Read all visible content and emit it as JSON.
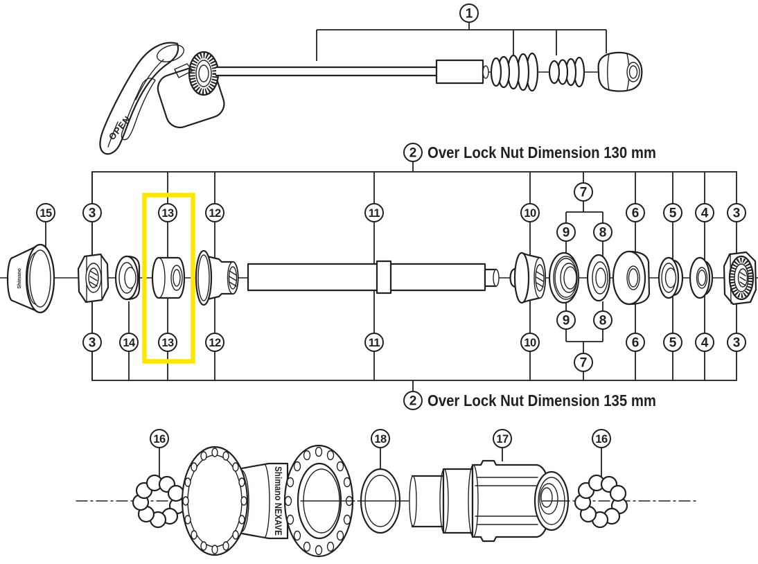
{
  "figure": {
    "callouts": {
      "n1": "1",
      "n2": "2",
      "n3": "3",
      "n4": "4",
      "n5": "5",
      "n6": "6",
      "n7": "7",
      "n8": "8",
      "n9": "9",
      "n10": "10",
      "n11": "11",
      "n12": "12",
      "n13": "13",
      "n14": "14",
      "n15": "15",
      "n16": "16",
      "n17": "17",
      "n18": "18"
    },
    "annotations": {
      "dimension_top": "Over Lock Nut Dimension 130 mm",
      "dimension_bottom": "Over Lock Nut Dimension 135 mm"
    },
    "engravings": {
      "lever": "OPEN",
      "dust_cap": "Shimano",
      "hub_shell": "Shimano NEXAVE"
    },
    "colors": {
      "line": "#231F20",
      "highlight": "#FFE600",
      "background": "#FFFFFF"
    }
  }
}
